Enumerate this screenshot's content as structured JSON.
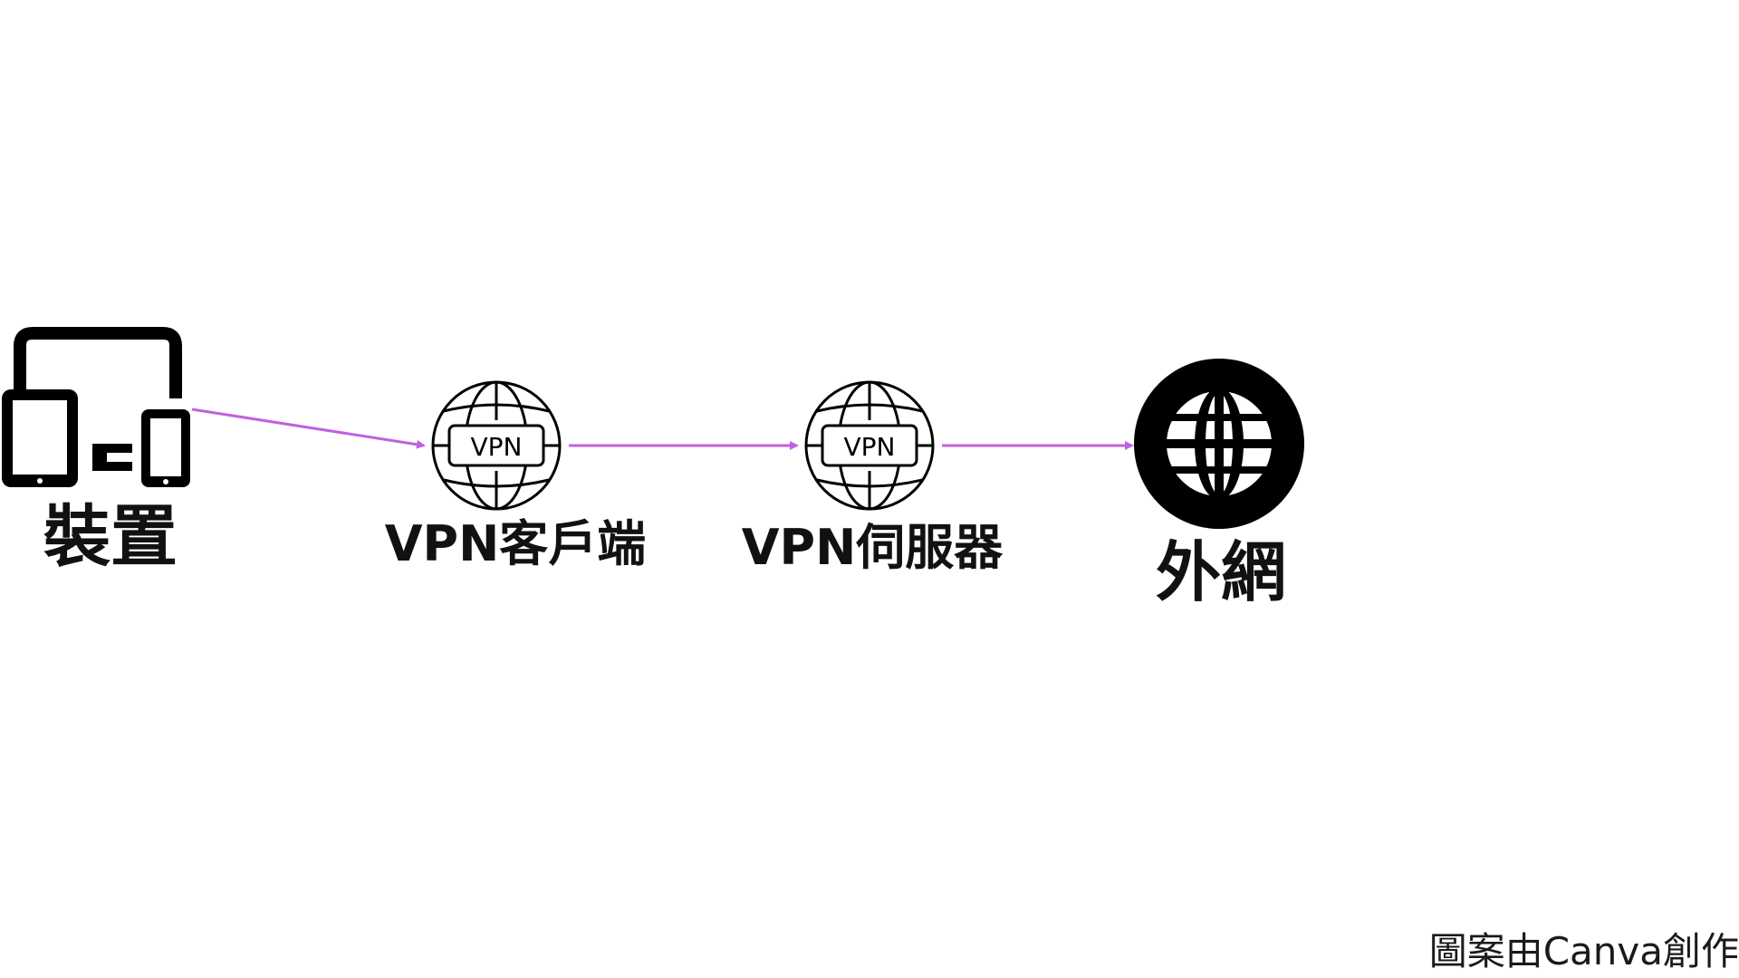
{
  "diagram": {
    "nodes": [
      {
        "id": "device",
        "label": "裝置",
        "icon": "devices-icon"
      },
      {
        "id": "vpn-client",
        "label": "VPN客戶端",
        "icon": "vpn-globe-icon",
        "badge": "VPN"
      },
      {
        "id": "vpn-server",
        "label": "VPN伺服器",
        "icon": "vpn-globe-icon",
        "badge": "VPN"
      },
      {
        "id": "internet",
        "label": "外網",
        "icon": "globe-circle-icon"
      }
    ],
    "edges": [
      {
        "from": "device",
        "to": "vpn-client"
      },
      {
        "from": "vpn-client",
        "to": "vpn-server"
      },
      {
        "from": "vpn-server",
        "to": "internet"
      }
    ],
    "arrow_color": "#c061e0"
  },
  "credit": "圖案由Canva創作"
}
